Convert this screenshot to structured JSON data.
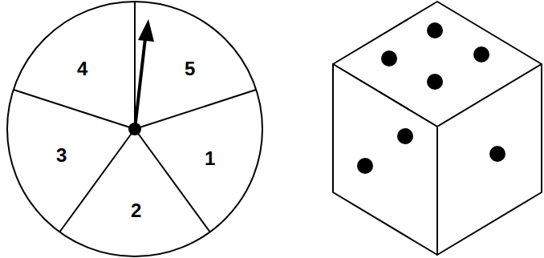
{
  "diagram": {
    "labels": [
      "4",
      "5",
      "3",
      "1",
      "2"
    ]
  }
}
